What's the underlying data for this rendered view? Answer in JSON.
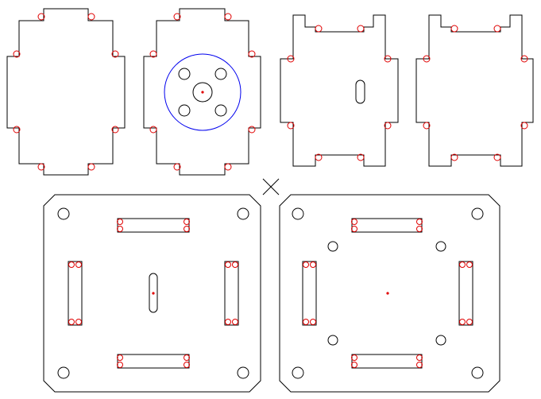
{
  "drawing": {
    "background": "#ffffff",
    "line_color": "#000000",
    "relief_color": "#e00000",
    "guide_circle_color": "#0000ee",
    "origin_marker_color": "#000000"
  },
  "parts": [
    {
      "name": "side-panel-plain",
      "features": [
        "outline",
        "corner-reliefs"
      ]
    },
    {
      "name": "side-panel-motor-mount",
      "features": [
        "outline",
        "corner-reliefs",
        "mount-circle",
        "bolt-holes",
        "center-hole"
      ]
    },
    {
      "name": "end-panel-slot",
      "features": [
        "outline",
        "corner-reliefs",
        "slot"
      ]
    },
    {
      "name": "end-panel-plain",
      "features": [
        "outline",
        "corner-reliefs"
      ]
    },
    {
      "name": "base-plate-slot",
      "features": [
        "outline",
        "corner-holes",
        "mortise-slots",
        "center-slot"
      ]
    },
    {
      "name": "base-plate-holes",
      "features": [
        "outline",
        "corner-holes",
        "mortise-slots",
        "ring-holes"
      ]
    }
  ]
}
